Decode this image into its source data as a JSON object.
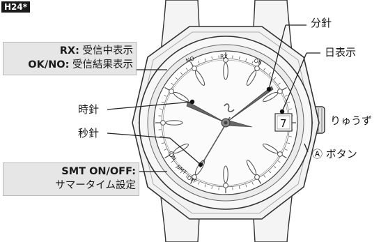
{
  "model_tag": "H24*",
  "callouts": {
    "rx_box": {
      "line1_key": "RX:",
      "line1_text": "受信中表示",
      "line2_key": "OK/NO:",
      "line2_text": "受信結果表示"
    },
    "smt_box": {
      "line1_key": "SMT ON/OFF:",
      "line2_text": "サマータイム設定"
    },
    "minute_hand": "分針",
    "date_display": "日表示",
    "hour_hand": "時針",
    "second_hand": "秒針",
    "crown": "りゅうず",
    "button_a": "Ⓐ ボタン"
  },
  "dial": {
    "date_value": "7",
    "rx_scale": {
      "no": "NO",
      "rx": "RX",
      "ok": "OK"
    },
    "smt_scale": {
      "on": "ON",
      "smt": "SMT",
      "off": "OFF"
    }
  }
}
